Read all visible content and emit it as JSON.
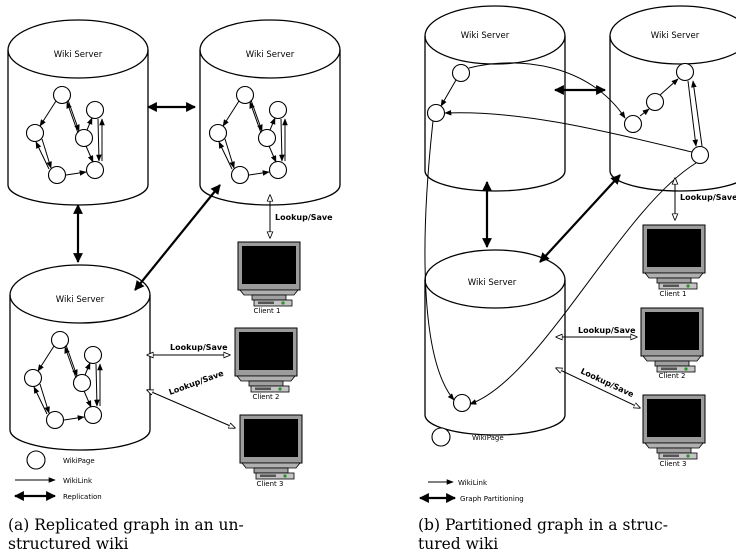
{
  "labels": {
    "server": "Wiki Server",
    "lookup_save": "Lookup/Save",
    "client_1": "Client 1",
    "client_2": "Client 2",
    "client_3": "Client 3"
  },
  "legend_a": {
    "wikipage": "WikiPage",
    "wikilink": "WikiLink",
    "replication": "Replication"
  },
  "legend_b": {
    "wikipage": "WikiPage",
    "wikilink": "WikiLink",
    "partitioning": "Graph Partitioning"
  },
  "captions": {
    "a_line1": "(a)  Replicated graph in an un-",
    "a_line2": "structured wiki",
    "b_line1": "(b) Partitioned graph in a struc-",
    "b_line2": "tured wiki"
  }
}
